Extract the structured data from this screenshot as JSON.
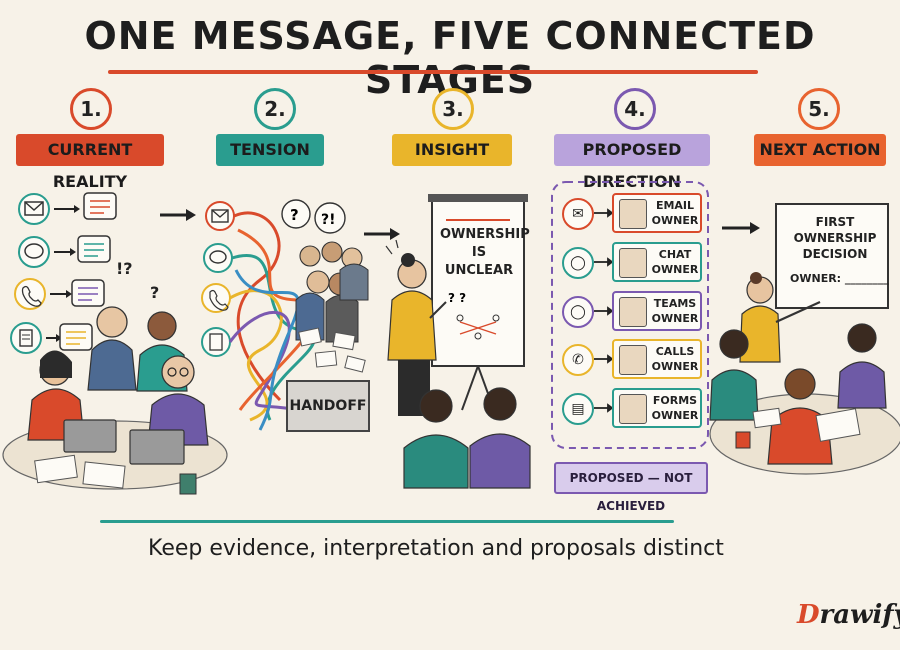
{
  "title": "ONE MESSAGE, FIVE CONNECTED STAGES",
  "caption": "Keep evidence, interpretation and proposals distinct",
  "logo": "Drawify",
  "colors": {
    "red": "#d94a2b",
    "teal": "#2a9d8f",
    "yellow": "#e9b52b",
    "purple": "#7b59b0",
    "orange": "#e8632f"
  },
  "stages": [
    {
      "number": "1.",
      "label": "CURRENT REALITY",
      "color": "#d94a2b"
    },
    {
      "number": "2.",
      "label": "TENSION",
      "color": "#2a9d8f"
    },
    {
      "number": "3.",
      "label": "INSIGHT",
      "color": "#e9b52b"
    },
    {
      "number": "4.",
      "label": "PROPOSED DIRECTION",
      "color": "#7b59b0"
    },
    {
      "number": "5.",
      "label": "NEXT ACTION",
      "color": "#e8632f"
    }
  ],
  "tension": {
    "handoff_label": "HANDOFF",
    "bubble1": "?",
    "bubble2": "?!"
  },
  "reality": {
    "marks": "!?",
    "mark2": "?"
  },
  "insight": {
    "flipchart_line1": "OWNERSHIP",
    "flipchart_line2": "IS",
    "flipchart_line3": "UNCLEAR",
    "diagram_marks": "?   ?"
  },
  "proposed": {
    "owners": [
      {
        "line1": "EMAIL",
        "line2": "OWNER",
        "channel_icon": "envelope-icon",
        "color": "#d94a2b"
      },
      {
        "line1": "CHAT",
        "line2": "OWNER",
        "channel_icon": "chat-bubble-icon",
        "color": "#2a9d8f"
      },
      {
        "line1": "TEAMS",
        "line2": "OWNER",
        "channel_icon": "speech-bubble-icon",
        "color": "#7b59b0"
      },
      {
        "line1": "CALLS",
        "line2": "OWNER",
        "channel_icon": "phone-icon",
        "color": "#e9b52b"
      },
      {
        "line1": "FORMS",
        "line2": "OWNER",
        "channel_icon": "document-icon",
        "color": "#2a9d8f"
      }
    ],
    "status": "PROPOSED — NOT ACHIEVED"
  },
  "next_action": {
    "board_line1": "FIRST OWNERSHIP",
    "board_line2": "DECISION",
    "owner_field": "OWNER: ________"
  }
}
